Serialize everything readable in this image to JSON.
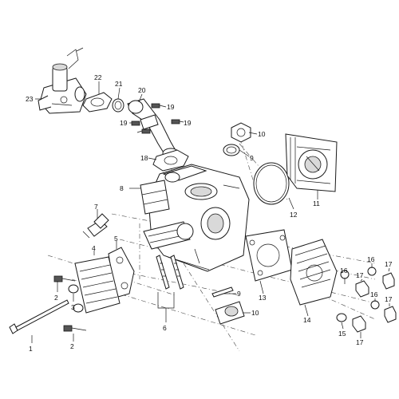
{
  "diagram": {
    "callouts": [
      "1",
      "2",
      "2",
      "3",
      "4",
      "5",
      "6",
      "7",
      "8",
      "9",
      "9",
      "10",
      "10",
      "11",
      "12",
      "13",
      "14",
      "15",
      "16",
      "16",
      "16",
      "17",
      "17",
      "17",
      "17",
      "18",
      "19",
      "19",
      "19",
      "20",
      "21",
      "22",
      "23"
    ]
  }
}
